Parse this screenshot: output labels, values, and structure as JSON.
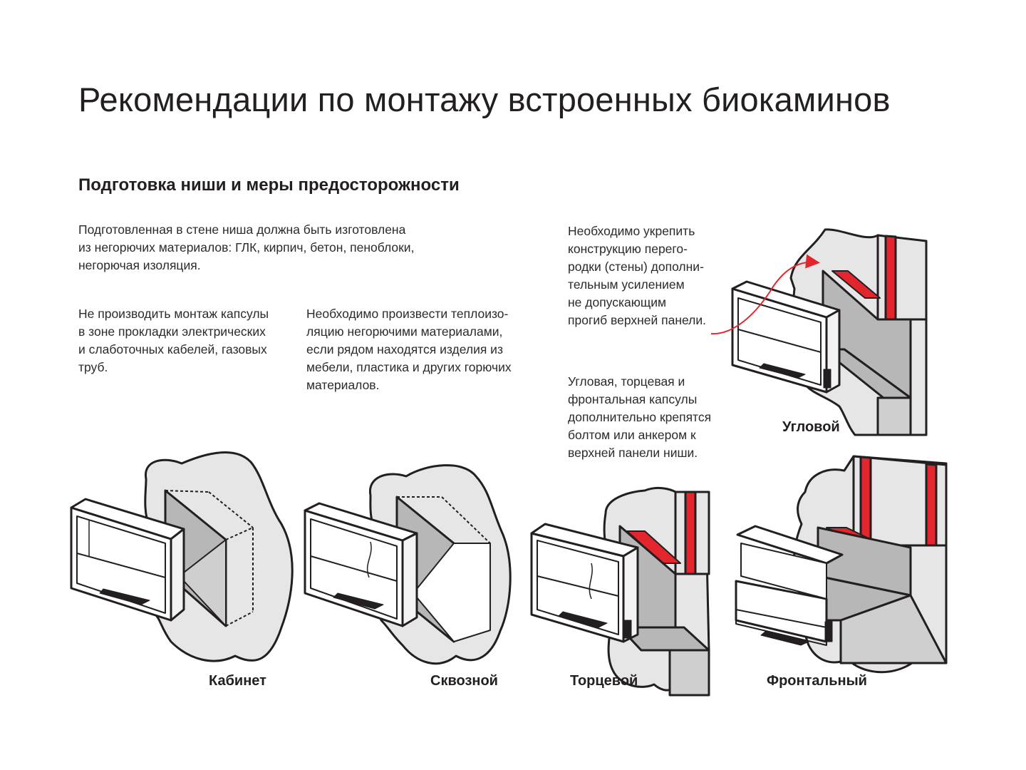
{
  "document": {
    "title": "Рекомендации по монтажу встроенных биокаминов",
    "subtitle": "Подготовка ниши и меры предосторожности",
    "paragraphs": {
      "intro": "Подготовленная в стене ниша должна быть изготовлена\nиз негорючих материалов: ГЛК, кирпич, бетон, пеноблоки,\nнегорючая изоляция.",
      "cables": "Не производить монтаж капсулы\nв зоне прокладки электрических\nи слаботочных кабелей, газовых\nтруб.",
      "insulation": "Необходимо произвести теплоизо-\nляцию негорючими материалами,\nесли рядом находятся изделия из\nмебели, пластика и других горючих\nматериалов.",
      "reinforce": "Необходимо укрепить\nконструкцию перего-\nродки (стены) дополни-\nтельным усилением\nне допускающим\nпрогиб верхней панели.",
      "bolt": "Угловая, торцевая и\nфронтальная капсулы\nдополнительно крепятся\nболтом или анкером к\nверхней панели ниши."
    },
    "diagram_labels": {
      "cabinet": "Кабинет",
      "through": "Сквозной",
      "end": "Торцевой",
      "frontal": "Фронтальный",
      "corner": "Угловой"
    }
  },
  "colors": {
    "wall_fill": "#e6e6e6",
    "niche_fill": "#b7b7b7",
    "outline": "#231f20",
    "accent_red": "#e3262d"
  }
}
